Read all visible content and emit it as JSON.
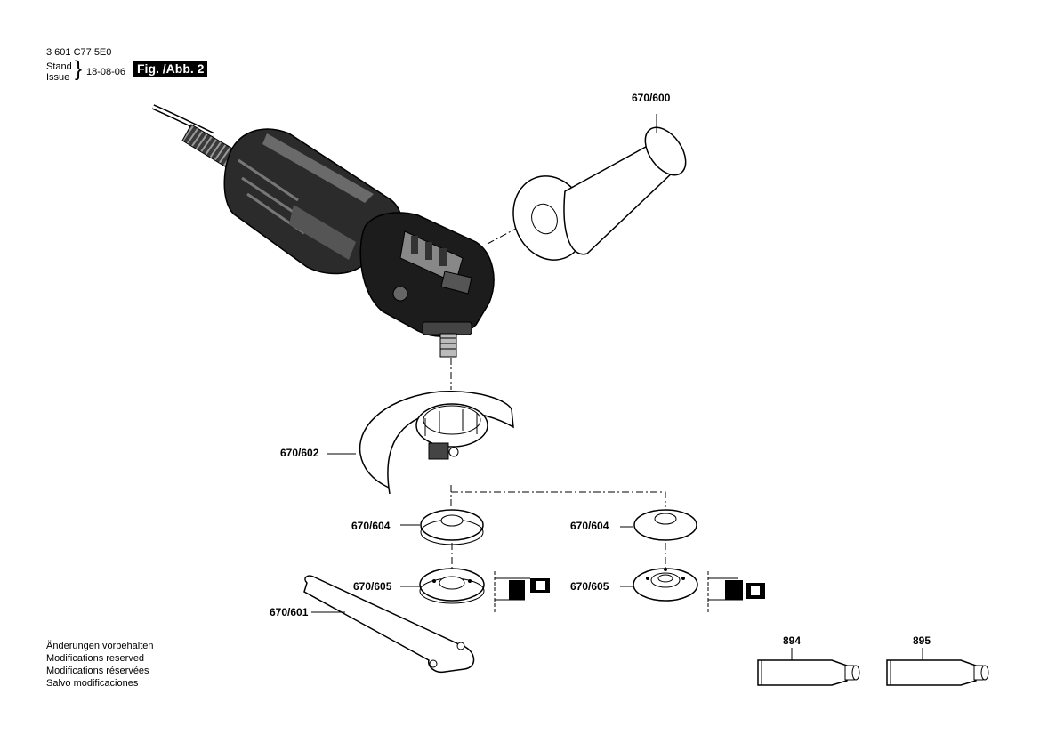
{
  "header": {
    "doc_number": "3 601 C77 5E0",
    "stand_label": "Stand",
    "issue_label": "Issue",
    "date": "18-08-06",
    "figure_label": "Fig. /Abb. 2"
  },
  "parts": {
    "handle": "670/600",
    "guard": "670/602",
    "flange_left": "670/604",
    "flange_right": "670/604",
    "nut_left": "670/605",
    "nut_right": "670/605",
    "spanner": "670/601",
    "grease_a": "894",
    "grease_b": "895"
  },
  "disclaimer": [
    "Änderungen vorbehalten",
    "Modifications reserved",
    "Modifications réservées",
    "Salvo modificaciones"
  ]
}
